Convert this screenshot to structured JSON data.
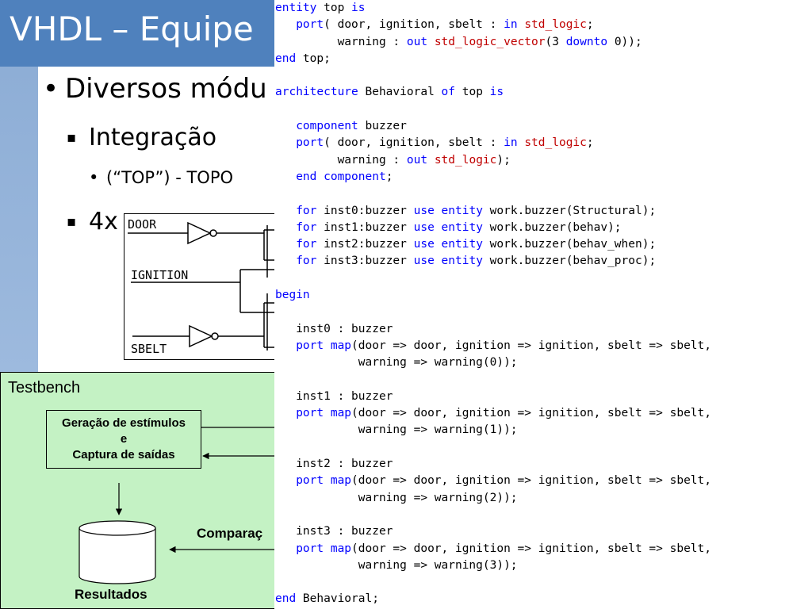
{
  "slide": {
    "title": "VHDL – Equipe",
    "bullets": [
      {
        "marker": "•",
        "text": "Diversos módu"
      },
      {
        "marker": "▪",
        "text": "Integração"
      },
      {
        "marker": "•",
        "text": "(“TOP”) - TOPO"
      },
      {
        "marker": "▪",
        "text": "4x"
      }
    ],
    "colors": {
      "title_bar": "#4f81bd",
      "testbench_bg": "#c4f2c4",
      "keyword": "#0000ff",
      "type": "#c00000"
    }
  },
  "gate_diagram": {
    "labels": [
      "DOOR",
      "IGNITION",
      "SBELT"
    ]
  },
  "testbench": {
    "title": "Testbench",
    "stimulus_lines": [
      "Geração de estímulos",
      "e",
      "Captura de saídas"
    ],
    "compare_label": "Comparaç",
    "results_label": "Resultados"
  },
  "code": {
    "lines": [
      [
        {
          "t": "entity",
          "c": "kw"
        },
        {
          "t": " top "
        },
        {
          "t": "is",
          "c": "kw"
        }
      ],
      [
        {
          "t": "   "
        },
        {
          "t": "port",
          "c": "kw"
        },
        {
          "t": "( door, ignition, sbelt : "
        },
        {
          "t": "in",
          "c": "kw"
        },
        {
          "t": " "
        },
        {
          "t": "std_logic",
          "c": "ty"
        },
        {
          "t": ";"
        }
      ],
      [
        {
          "t": "         warning : "
        },
        {
          "t": "out",
          "c": "kw"
        },
        {
          "t": " "
        },
        {
          "t": "std_logic_vector",
          "c": "ty"
        },
        {
          "t": "(3 "
        },
        {
          "t": "downto",
          "c": "kw"
        },
        {
          "t": " 0));"
        }
      ],
      [
        {
          "t": "end",
          "c": "kw"
        },
        {
          "t": " top;"
        }
      ],
      [],
      [
        {
          "t": "architecture",
          "c": "kw"
        },
        {
          "t": " Behavioral "
        },
        {
          "t": "of",
          "c": "kw"
        },
        {
          "t": " top "
        },
        {
          "t": "is",
          "c": "kw"
        }
      ],
      [],
      [
        {
          "t": "   "
        },
        {
          "t": "component",
          "c": "kw"
        },
        {
          "t": " buzzer"
        }
      ],
      [
        {
          "t": "   "
        },
        {
          "t": "port",
          "c": "kw"
        },
        {
          "t": "( door, ignition, sbelt : "
        },
        {
          "t": "in",
          "c": "kw"
        },
        {
          "t": " "
        },
        {
          "t": "std_logic",
          "c": "ty"
        },
        {
          "t": ";"
        }
      ],
      [
        {
          "t": "         warning : "
        },
        {
          "t": "out",
          "c": "kw"
        },
        {
          "t": " "
        },
        {
          "t": "std_logic",
          "c": "ty"
        },
        {
          "t": ");"
        }
      ],
      [
        {
          "t": "   "
        },
        {
          "t": "end component",
          "c": "kw"
        },
        {
          "t": ";"
        }
      ],
      [],
      [
        {
          "t": "   "
        },
        {
          "t": "for",
          "c": "kw"
        },
        {
          "t": " inst0:buzzer "
        },
        {
          "t": "use entity",
          "c": "kw"
        },
        {
          "t": " work.buzzer(Structural);"
        }
      ],
      [
        {
          "t": "   "
        },
        {
          "t": "for",
          "c": "kw"
        },
        {
          "t": " inst1:buzzer "
        },
        {
          "t": "use entity",
          "c": "kw"
        },
        {
          "t": " work.buzzer(behav);"
        }
      ],
      [
        {
          "t": "   "
        },
        {
          "t": "for",
          "c": "kw"
        },
        {
          "t": " inst2:buzzer "
        },
        {
          "t": "use entity",
          "c": "kw"
        },
        {
          "t": " work.buzzer(behav_when);"
        }
      ],
      [
        {
          "t": "   "
        },
        {
          "t": "for",
          "c": "kw"
        },
        {
          "t": " inst3:buzzer "
        },
        {
          "t": "use entity",
          "c": "kw"
        },
        {
          "t": " work.buzzer(behav_proc);"
        }
      ],
      [],
      [
        {
          "t": "begin",
          "c": "kw"
        }
      ],
      [],
      [
        {
          "t": "   inst0 : buzzer"
        }
      ],
      [
        {
          "t": "   "
        },
        {
          "t": "port map",
          "c": "kw"
        },
        {
          "t": "(door => door, ignition => ignition, sbelt => sbelt,"
        }
      ],
      [
        {
          "t": "            warning => warning(0));"
        }
      ],
      [],
      [
        {
          "t": "   inst1 : buzzer"
        }
      ],
      [
        {
          "t": "   "
        },
        {
          "t": "port map",
          "c": "kw"
        },
        {
          "t": "(door => door, ignition => ignition, sbelt => sbelt,"
        }
      ],
      [
        {
          "t": "            warning => warning(1));"
        }
      ],
      [],
      [
        {
          "t": "   inst2 : buzzer"
        }
      ],
      [
        {
          "t": "   "
        },
        {
          "t": "port map",
          "c": "kw"
        },
        {
          "t": "(door => door, ignition => ignition, sbelt => sbelt,"
        }
      ],
      [
        {
          "t": "            warning => warning(2));"
        }
      ],
      [],
      [
        {
          "t": "   inst3 : buzzer"
        }
      ],
      [
        {
          "t": "   "
        },
        {
          "t": "port map",
          "c": "kw"
        },
        {
          "t": "(door => door, ignition => ignition, sbelt => sbelt,"
        }
      ],
      [
        {
          "t": "            warning => warning(3));"
        }
      ],
      [],
      [
        {
          "t": "end",
          "c": "kw"
        },
        {
          "t": " Behavioral;"
        }
      ]
    ]
  }
}
